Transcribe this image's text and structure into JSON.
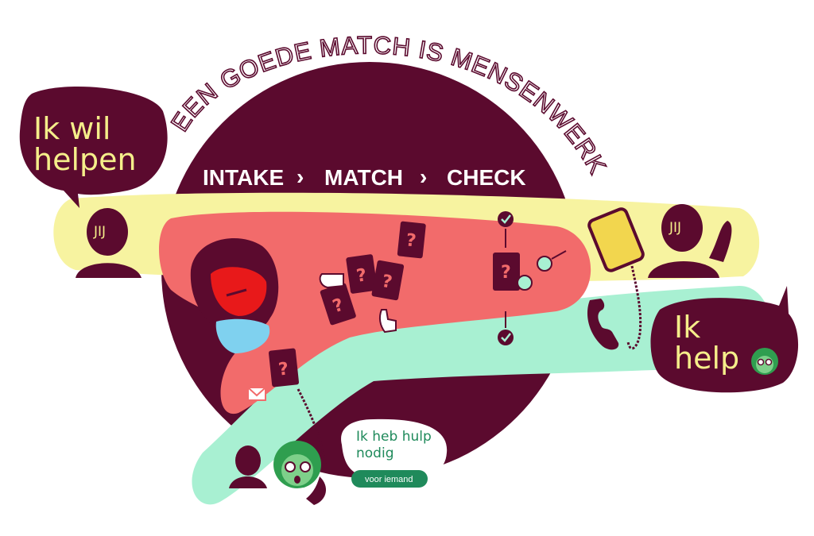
{
  "headline": "EEN GOEDE MATCH IS MENSENWERK",
  "steps": {
    "intake": "INTAKE",
    "match": "MATCH",
    "check": "CHECK",
    "separator": "›"
  },
  "bubbles": {
    "helper_line1": "Ik wil",
    "helper_line2": "helpen",
    "volunteer_line1": "Ik",
    "volunteer_line2": "help",
    "need_line1": "Ik heb hulp",
    "need_line2": "nodig",
    "need_pill": "voor iemand"
  },
  "avatar_label": "JIJ",
  "card_mark": "?",
  "colors": {
    "maroon": "#5b0a2e",
    "yellow": "#f7f3a0",
    "coral": "#f26b6b",
    "mint": "#a8f0d2",
    "green": "#1f8a5b",
    "red": "#e8191a",
    "phone": "#f2d64e"
  },
  "icons": [
    "person-icon",
    "phone-icon",
    "mobile-phone-icon",
    "card-icon",
    "pointer-hand-icon",
    "checkmark-icon",
    "envelope-icon",
    "headset-agent-icon",
    "curly-hair-person-icon"
  ]
}
